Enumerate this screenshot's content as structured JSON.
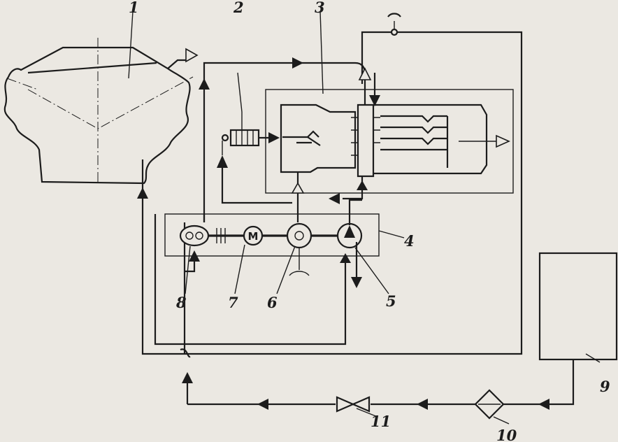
{
  "labels": {
    "l1": "1",
    "l2": "2",
    "l3": "3",
    "l4": "4",
    "l5": "5",
    "l6": "6",
    "l7": "7",
    "l8": "8",
    "l9": "9",
    "l10": "10",
    "l11": "11"
  },
  "symbols": {
    "motor": "M",
    "pump": "O"
  }
}
